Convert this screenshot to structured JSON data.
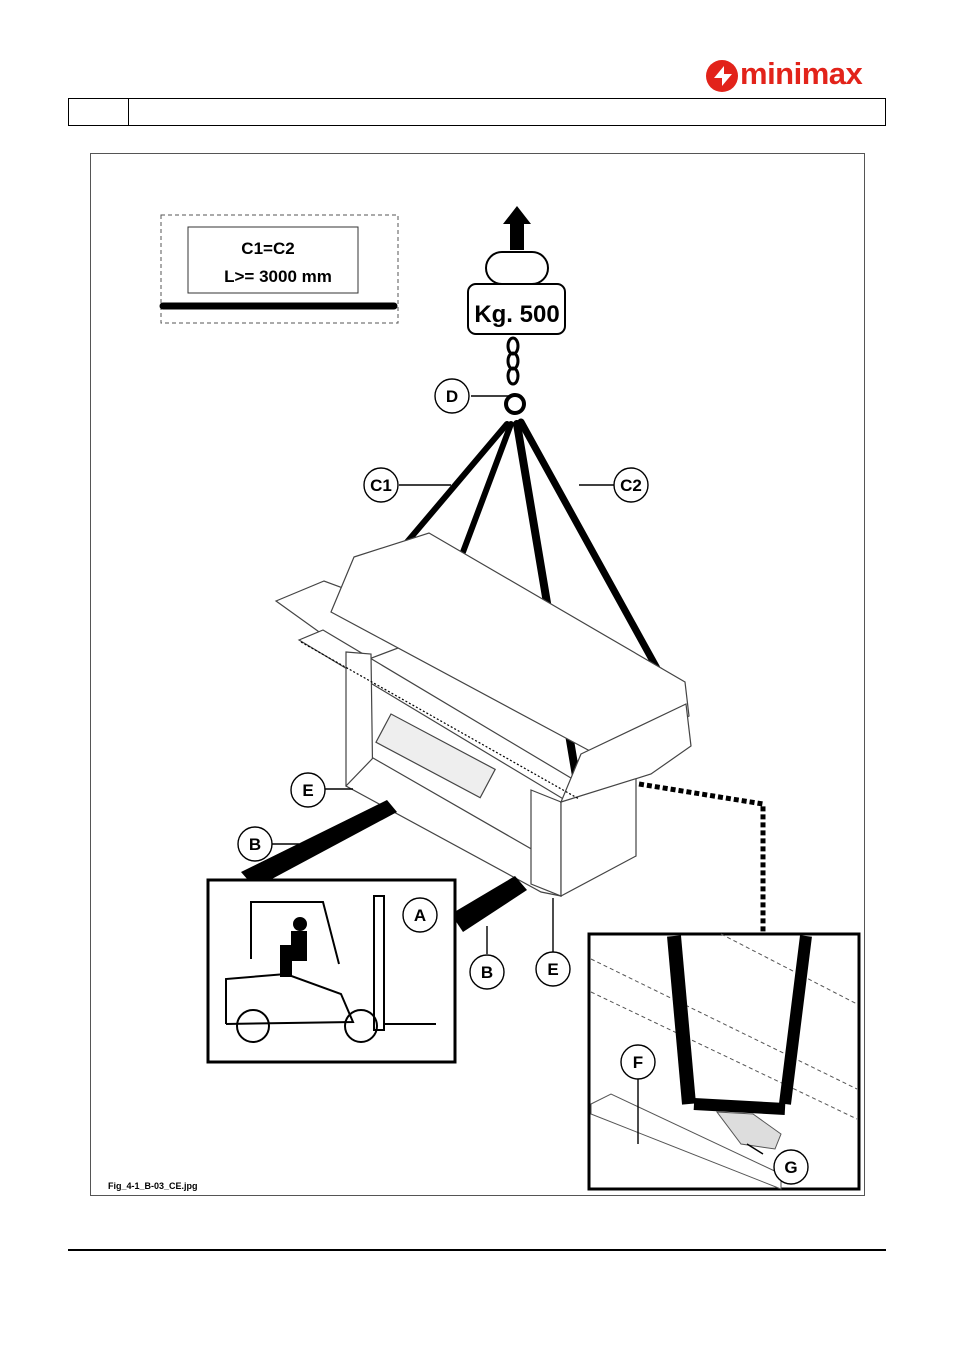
{
  "brand": {
    "name": "minimax",
    "color": "#e2231a"
  },
  "figure": {
    "note_line1": "C1=C2",
    "note_line2": "L>= 3000 mm",
    "weight_label": "Kg. 500",
    "labels": {
      "D": "D",
      "C1": "C1",
      "C2": "C2",
      "E_left": "E",
      "E_right": "E",
      "B_left": "B",
      "B_right": "B",
      "A": "A",
      "F": "F",
      "G": "G"
    },
    "filename": "Fig_4-1_B-03_CE.jpg"
  }
}
